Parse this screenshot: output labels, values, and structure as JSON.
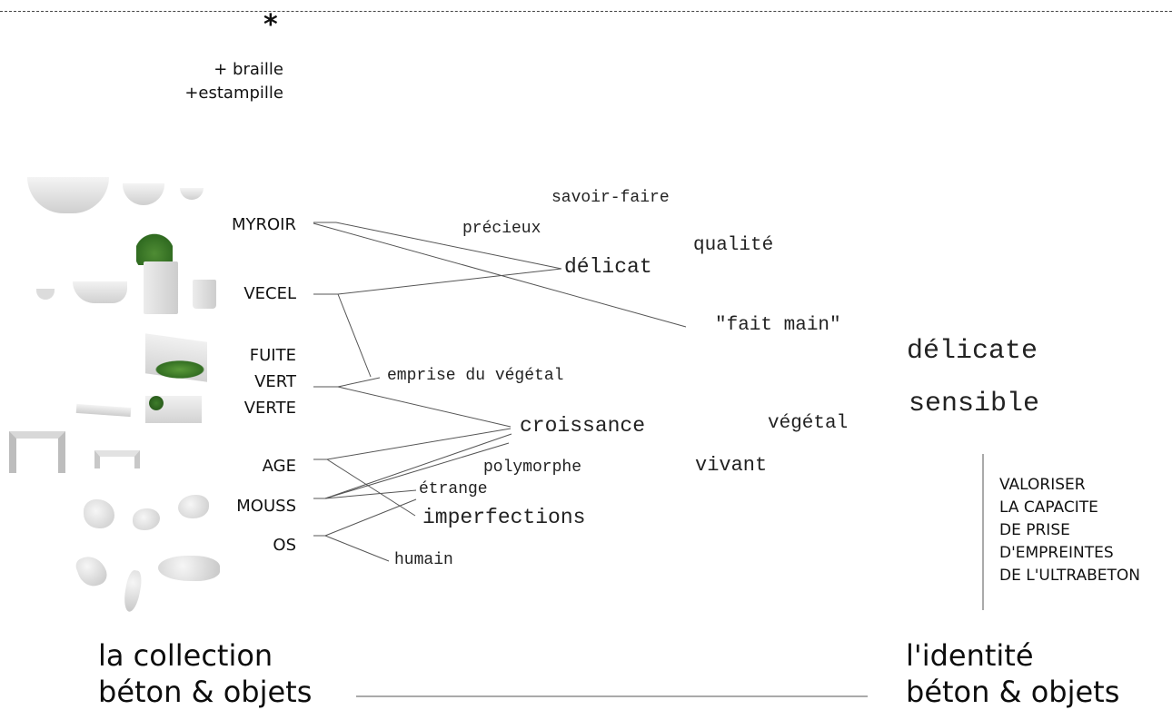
{
  "header": {
    "asterisk": "*",
    "note_line1": "+ braille",
    "note_line2": "+estampille"
  },
  "collection": [
    "MYROIR",
    "VECEL",
    "FUITE",
    "VERT",
    "VERTE",
    "AGE",
    "MOUSS",
    "OS"
  ],
  "keywords": {
    "savoir_faire": "savoir-faire",
    "precieux": "précieux",
    "qualite": "qualité",
    "delicat": "délicat",
    "fait_main": "\"fait main\"",
    "emprise": "emprise du végétal",
    "croissance": "croissance",
    "vegetal": "végétal",
    "polymorphe": "polymorphe",
    "vivant": "vivant",
    "etrange": "étrange",
    "imperfections": "imperfections",
    "humain": "humain"
  },
  "identity_words": {
    "delicate": "délicate",
    "sensible": "sensible"
  },
  "valoriser": [
    "VALORISER",
    "LA CAPACITE",
    "DE PRISE",
    "D'EMPREINTES",
    "DE L'ULTRABETON"
  ],
  "footer": {
    "left_line1": "la collection",
    "left_line2": "béton & objets",
    "right_line1": "l'identité",
    "right_line2": "béton & objets"
  },
  "colors": {
    "line": "#555555",
    "object": "#e6e6e6",
    "plant": "#3f7a2c"
  }
}
